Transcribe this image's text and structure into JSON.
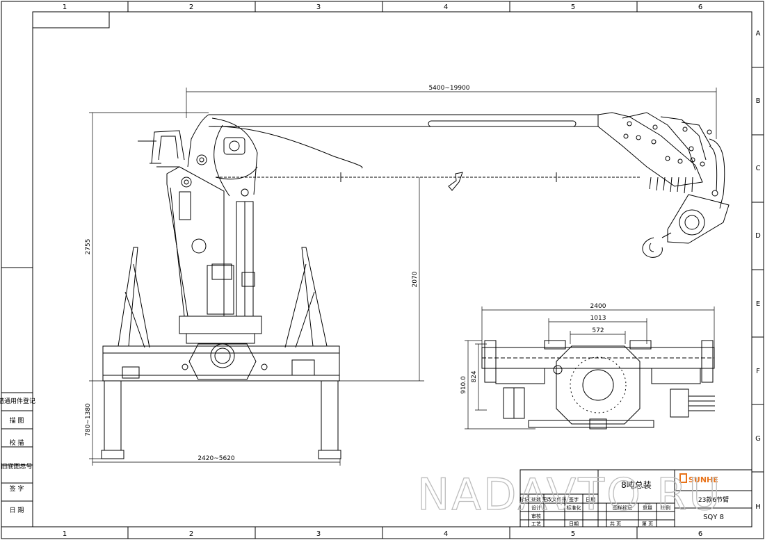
{
  "grid": {
    "columns": [
      "1",
      "2",
      "3",
      "4",
      "5",
      "6"
    ],
    "rows": [
      "A",
      "B",
      "C",
      "D",
      "E",
      "F",
      "G",
      "H"
    ]
  },
  "dimensions": {
    "boom_length": "5400~19900",
    "total_height": "2755",
    "hook_height": "2070",
    "outrigger_height": "780~1380",
    "outrigger_span": "2420~5620",
    "base_width": "2400",
    "mount_spacing": "1013",
    "inner_spacing": "572",
    "base_depth": "910.0",
    "frame_depth": "824"
  },
  "side_labels": [
    "借通用件登记",
    "描 图",
    "校 描",
    "旧底图总号",
    "签 字",
    "日 期"
  ],
  "title_block": {
    "drawing_title": "8吨总装",
    "company": "SUNHE",
    "subtitle": "23款6节臂",
    "model": "SQY 8",
    "cells": [
      "标记",
      "处数",
      "更改文件号",
      "签字",
      "日期",
      "设计",
      "标准化",
      "审核",
      "工艺",
      "日期",
      "图样标记",
      "重量",
      "比例",
      "共 页",
      "第 页"
    ]
  },
  "watermark": "NADAVTO.RU",
  "colors": {
    "line": "#000000",
    "accent": "#e8731a",
    "watermark": "#bdbdbd"
  }
}
